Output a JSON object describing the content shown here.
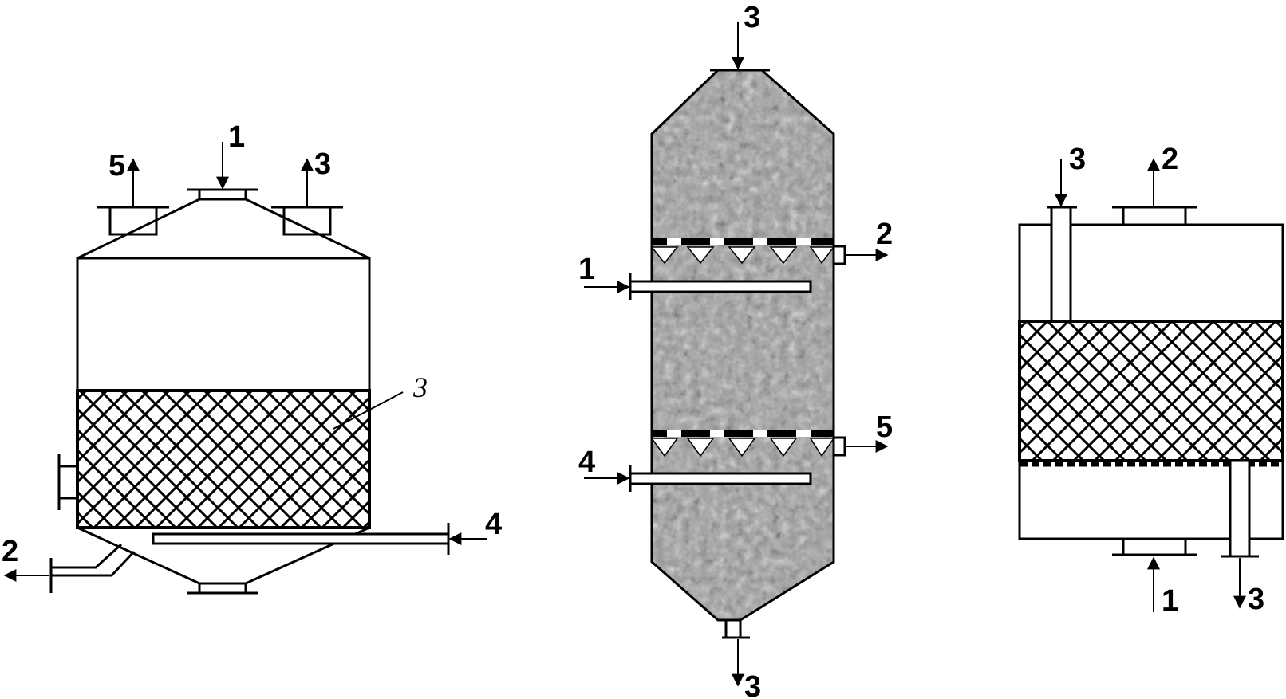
{
  "diagrams": {
    "left": {
      "labels": {
        "top_inlet": "1",
        "top_left_outlet": "5",
        "top_right_outlet": "3",
        "packing_callout": "3",
        "bottom_left_outlet": "2",
        "bottom_right_inlet": "4"
      }
    },
    "middle": {
      "labels": {
        "top_inlet": "3",
        "upper_side_inlet": "1",
        "upper_side_outlet": "2",
        "lower_side_inlet": "4",
        "lower_side_outlet": "5",
        "bottom_outlet": "3"
      }
    },
    "right": {
      "labels": {
        "top_left_inlet": "3",
        "top_outlet": "2",
        "bottom_inlet": "1",
        "bottom_right_outlet": "3"
      }
    }
  },
  "colors": {
    "line": "#000000",
    "background": "#ffffff",
    "granular_fill": "#9a9a9a"
  }
}
